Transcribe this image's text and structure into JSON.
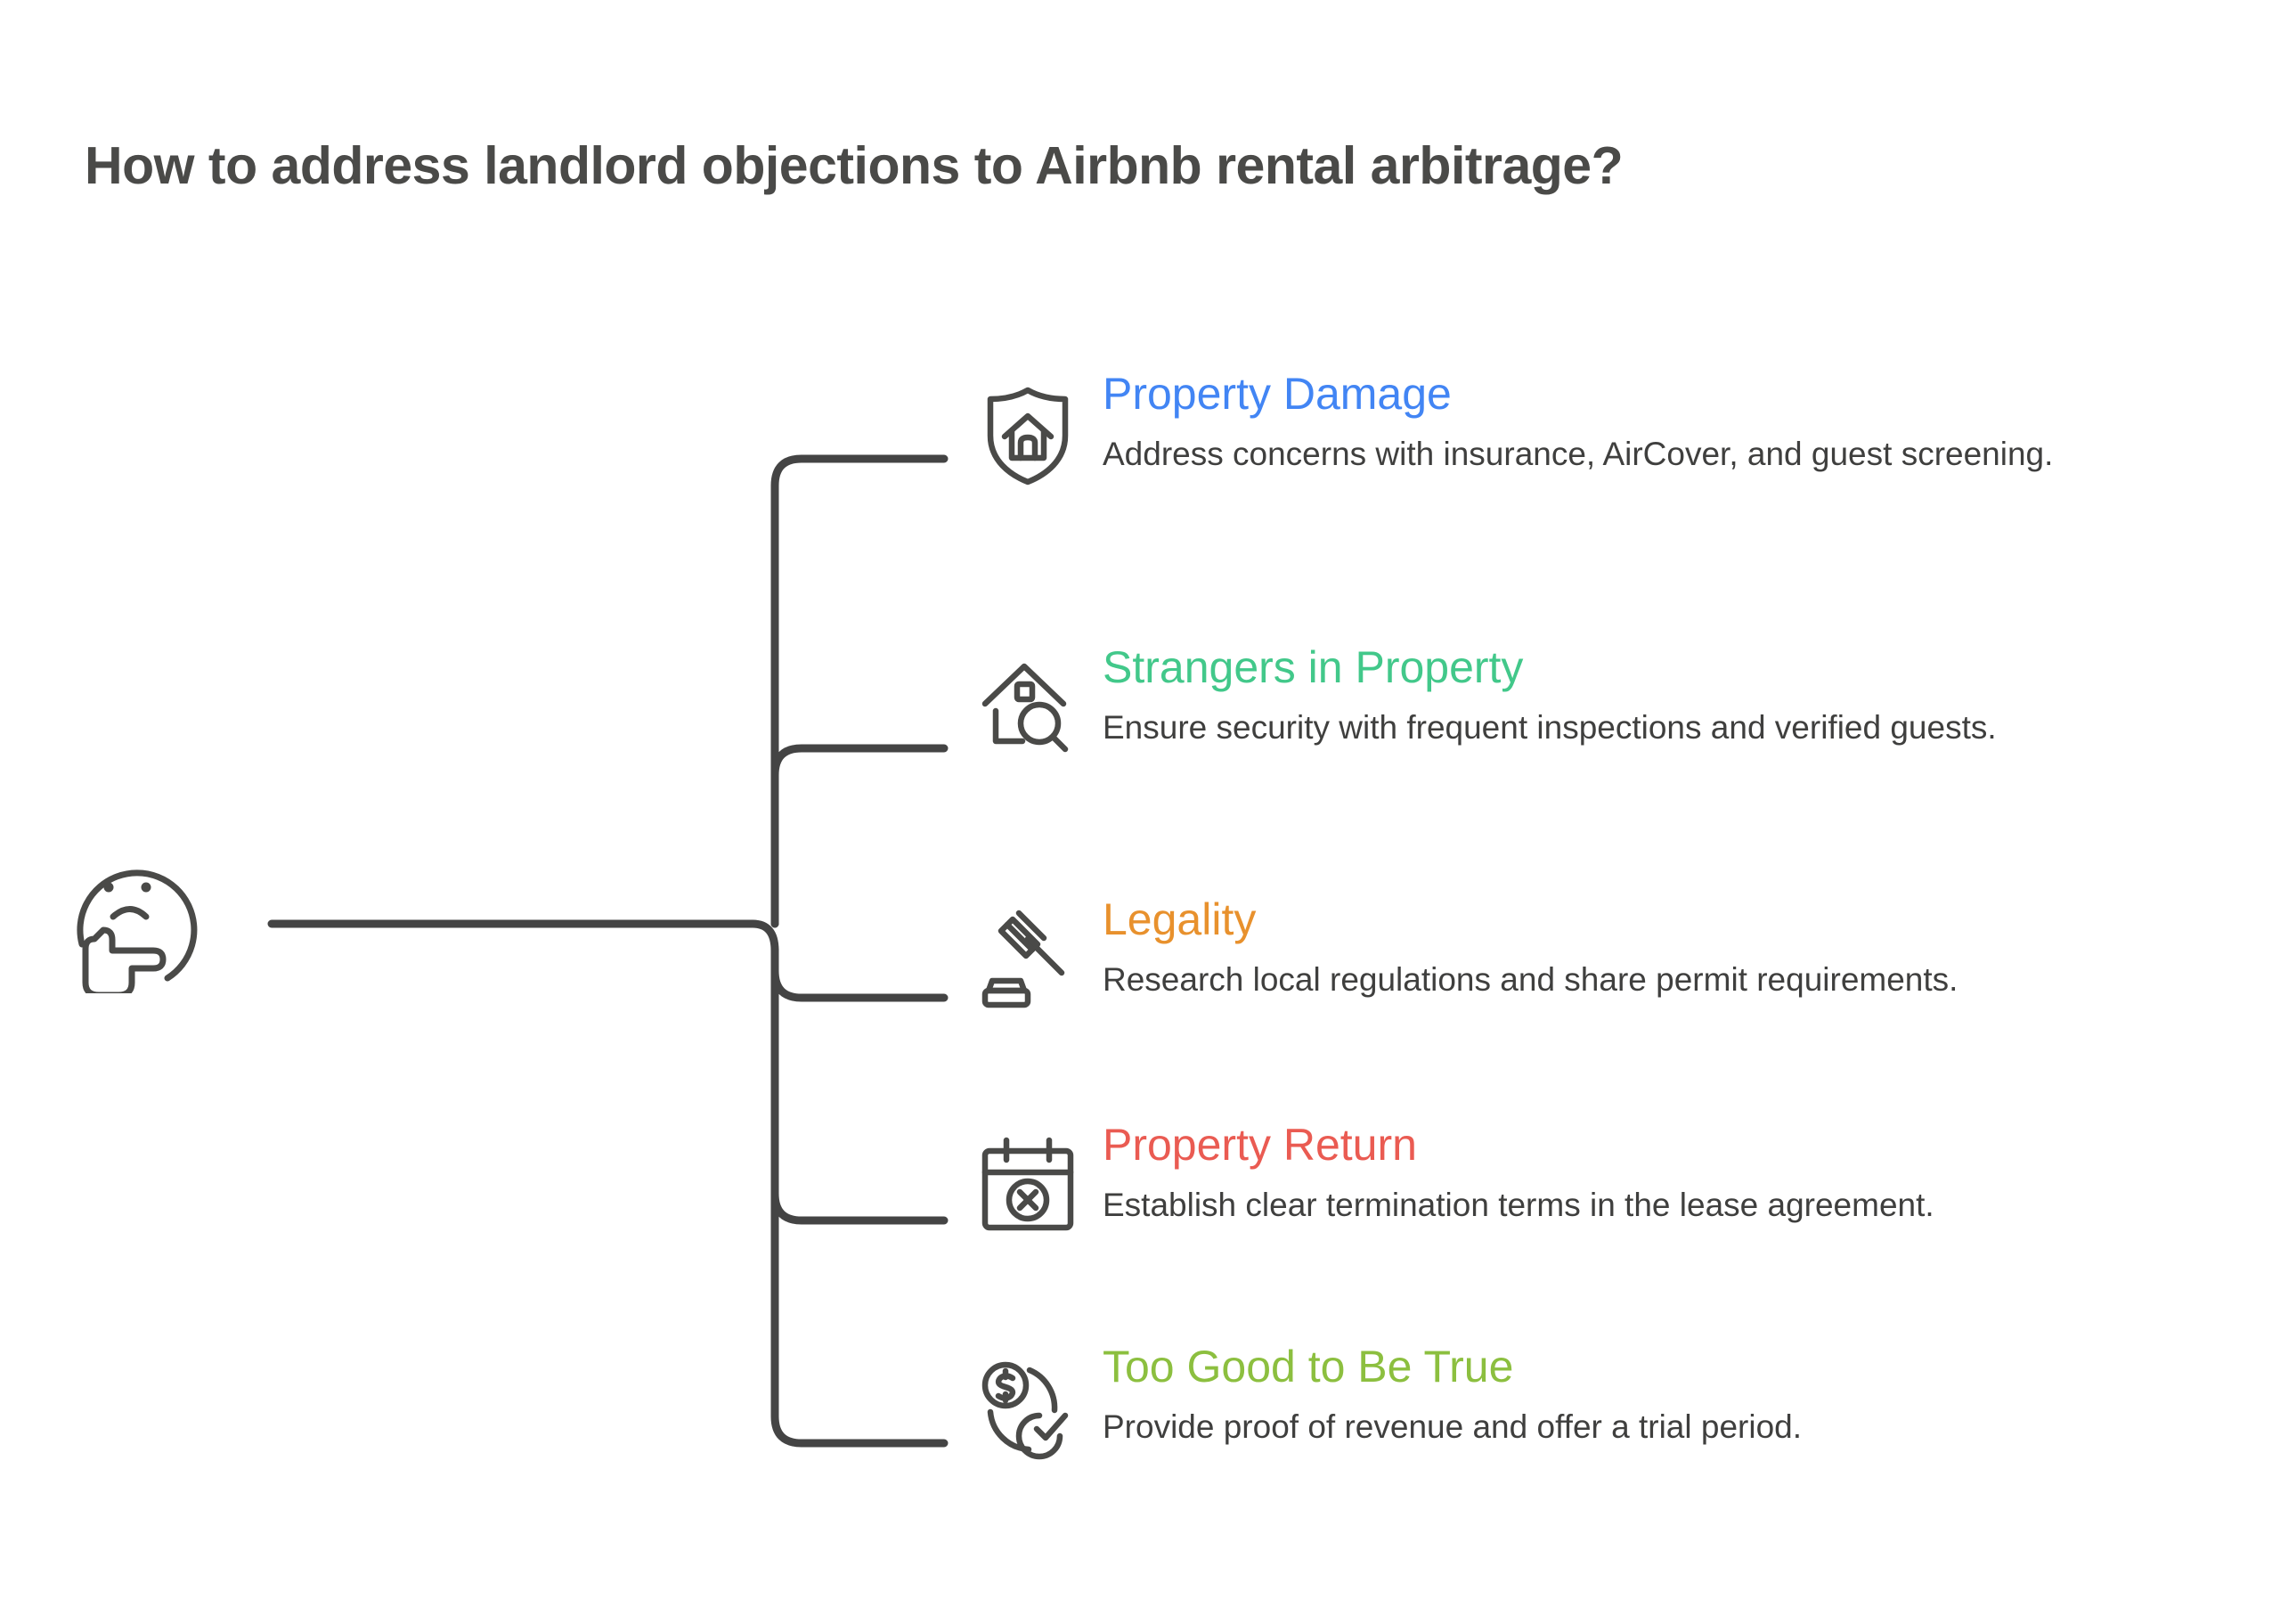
{
  "title": "How to address landlord objections to Airbnb rental arbitrage?",
  "root": {
    "icon": "thinking-face-icon",
    "label": "thinking face"
  },
  "colors": {
    "title": "#4a4a48",
    "body_text": "#3f3f3e",
    "line": "#444444",
    "icon_stroke": "#4a4a48",
    "blue": "#4285f4",
    "green": "#42c88a",
    "orange": "#e8912d",
    "red": "#ea5b52",
    "olive": "#8cbf3f"
  },
  "branches": [
    {
      "heading": "Property Damage",
      "description": "Address concerns with insurance, AirCover, and guest screening.",
      "color": "#4285f4",
      "icon": "shield-home-icon"
    },
    {
      "heading": "Strangers in Property",
      "description": "Ensure security with frequent inspections and verified guests.",
      "color": "#42c88a",
      "icon": "house-search-icon"
    },
    {
      "heading": "Legality",
      "description": "Research local regulations and share permit requirements.",
      "color": "#e8912d",
      "icon": "gavel-icon"
    },
    {
      "heading": "Property Return",
      "description": "Establish clear termination terms in the lease agreement.",
      "color": "#ea5b52",
      "icon": "calendar-cancel-icon"
    },
    {
      "heading": "Too Good to Be True",
      "description": "Provide proof of revenue and offer a trial period.",
      "color": "#8cbf3f",
      "icon": "money-verified-icon"
    }
  ]
}
